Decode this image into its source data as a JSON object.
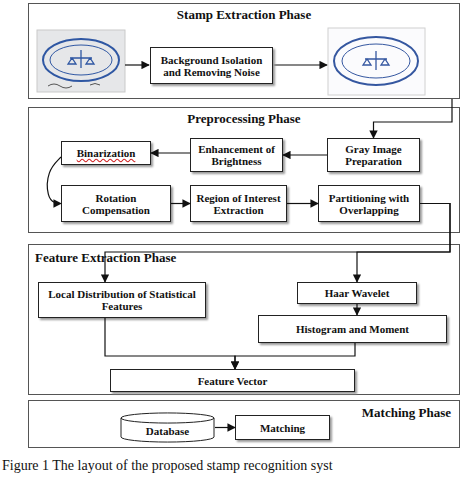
{
  "diagram": {
    "caption": "Figure 1 The layout of the proposed stamp recognition syst",
    "nodes": [
      {
        "text": [
          "Stamp Extraction Phase"
        ]
      },
      {
        "text": [
          "Background Isolation and Removing Noise"
        ],
        "in": 0
      },
      {
        "text": [
          "Preprocessing Phase"
        ]
      },
      {
        "text": [
          "Gray Image Preparation"
        ],
        "in": 2
      },
      {
        "text": [
          "Enhancement of Brightness"
        ],
        "in": 2
      },
      {
        "text": [
          "Binarization"
        ],
        "in": 2
      },
      {
        "text": [
          "Rotation Compensation"
        ],
        "in": 2
      },
      {
        "text": [
          "Region of Interest Extraction"
        ],
        "in": 2
      },
      {
        "text": [
          "Partitioning with Overlapping"
        ],
        "in": 2
      },
      {
        "text": [
          "Feature Extraction Phase"
        ]
      },
      {
        "text": [
          "Local Distribution of Statistical Features"
        ],
        "in": 9
      },
      {
        "text": [
          "Haar Wavelet"
        ],
        "in": 9
      },
      {
        "text": [
          "Histogram and Moment"
        ],
        "in": 9
      },
      {
        "text": [
          "Feature Vector"
        ],
        "in": 9
      },
      {
        "text": [
          "Matching Phase"
        ]
      },
      {
        "text": [
          "Database"
        ],
        "in": 14
      },
      {
        "text": [
          "Matching"
        ],
        "in": 14
      }
    ],
    "edges": [
      {
        "from": 0,
        "to": 3,
        "arrow": "to"
      },
      {
        "from": 3,
        "to": 4,
        "arrow": "to"
      },
      {
        "from": 4,
        "to": 5,
        "arrow": "to"
      },
      {
        "from": 5,
        "to": 6,
        "arrow": "to"
      },
      {
        "from": 6,
        "to": 7,
        "arrow": "to"
      },
      {
        "from": 7,
        "to": 8,
        "arrow": "to"
      },
      {
        "from": 8,
        "to": 10,
        "arrow": "to"
      },
      {
        "from": 8,
        "to": 11,
        "arrow": "to"
      },
      {
        "from": 11,
        "to": 12,
        "arrow": "to"
      },
      {
        "from": 10,
        "to": 13,
        "arrow": "to"
      },
      {
        "from": 12,
        "to": 13,
        "arrow": "to"
      },
      {
        "from": 15,
        "to": 16,
        "arrow": "to"
      }
    ]
  }
}
